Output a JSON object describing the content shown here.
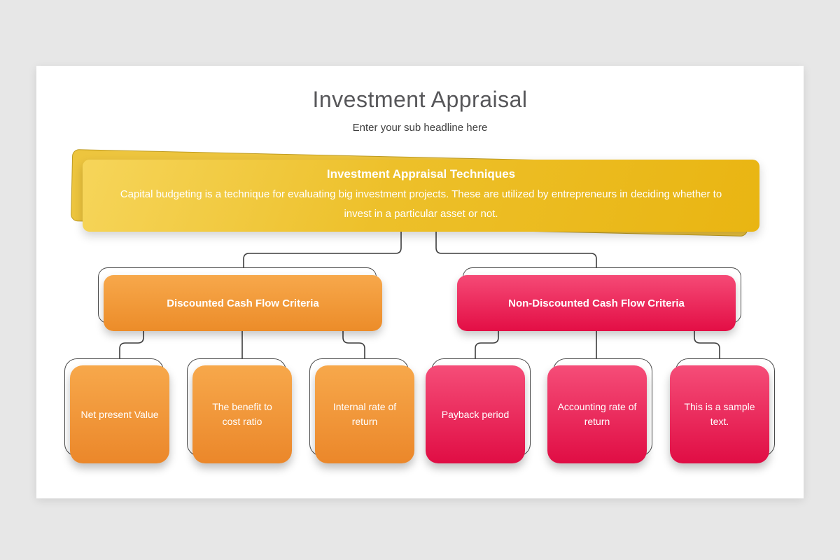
{
  "slide": {
    "title": "Investment Appraisal",
    "subtitle": "Enter your sub headline here"
  },
  "banner": {
    "title": "Investment Appraisal Techniques",
    "body": "Capital budgeting is a technique for evaluating big investment projects. These are utilized by entrepreneurs in deciding whether to invest in a particular asset or not."
  },
  "branches": [
    {
      "label": "Discounted Cash Flow Criteria",
      "accent_top": "#f7a84b",
      "accent_bottom": "#ec8c29",
      "children": [
        {
          "label": "Net present Value"
        },
        {
          "label": "The benefit to cost ratio"
        },
        {
          "label": "Internal rate of return"
        }
      ]
    },
    {
      "label": "Non-Discounted Cash Flow Criteria",
      "accent_top": "#f54a76",
      "accent_bottom": "#e30e45",
      "children": [
        {
          "label": "Payback period"
        },
        {
          "label": "Accounting rate of return"
        },
        {
          "label": "This is a sample text."
        }
      ]
    }
  ],
  "colors": {
    "page_background": "#e7e7e7",
    "slide_background": "#ffffff",
    "banner_gold": "#ecb81a",
    "orange": "#ee8f2e",
    "pink": "#e8134a",
    "connector": "#3d3d3d",
    "heading_text": "#57575a",
    "box_text": "#ffffff"
  }
}
